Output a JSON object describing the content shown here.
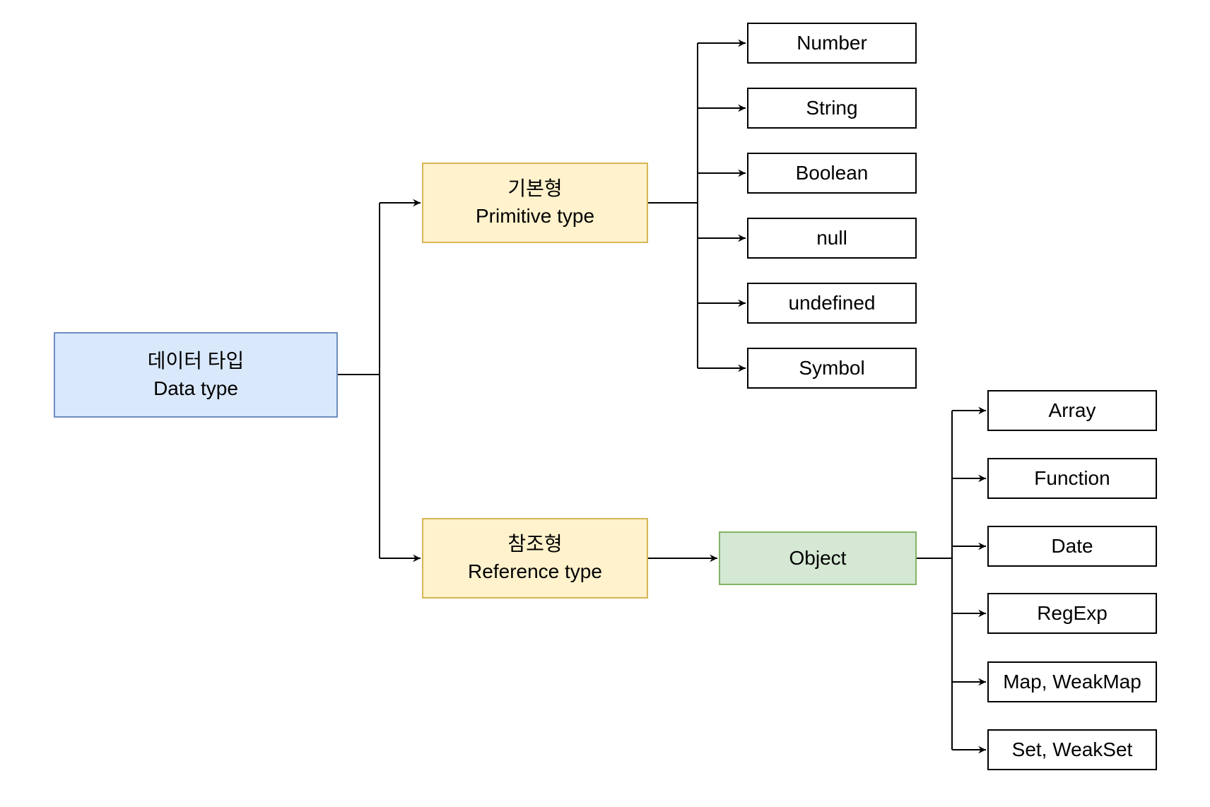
{
  "diagram": {
    "type": "tree",
    "language": "ko/en",
    "colors": {
      "background": "#ffffff",
      "line": "#000000",
      "root_fill": "#dae8fc",
      "root_border": "#6c8ebf",
      "category_fill": "#fff2cc",
      "category_border": "#d6b656",
      "object_fill": "#d5e8d4",
      "object_border": "#82b366",
      "leaf_fill": "#ffffff",
      "leaf_border": "#000000"
    },
    "root": {
      "label_ko": "데이터 타입",
      "label_en": "Data type"
    },
    "primitive": {
      "label_ko": "기본형",
      "label_en": "Primitive type",
      "children": [
        "Number",
        "String",
        "Boolean",
        "null",
        "undefined",
        "Symbol"
      ]
    },
    "reference": {
      "label_ko": "참조형",
      "label_en": "Reference type",
      "object_label": "Object",
      "children": [
        "Array",
        "Function",
        "Date",
        "RegExp",
        "Map, WeakMap",
        "Set, WeakSet"
      ]
    }
  }
}
